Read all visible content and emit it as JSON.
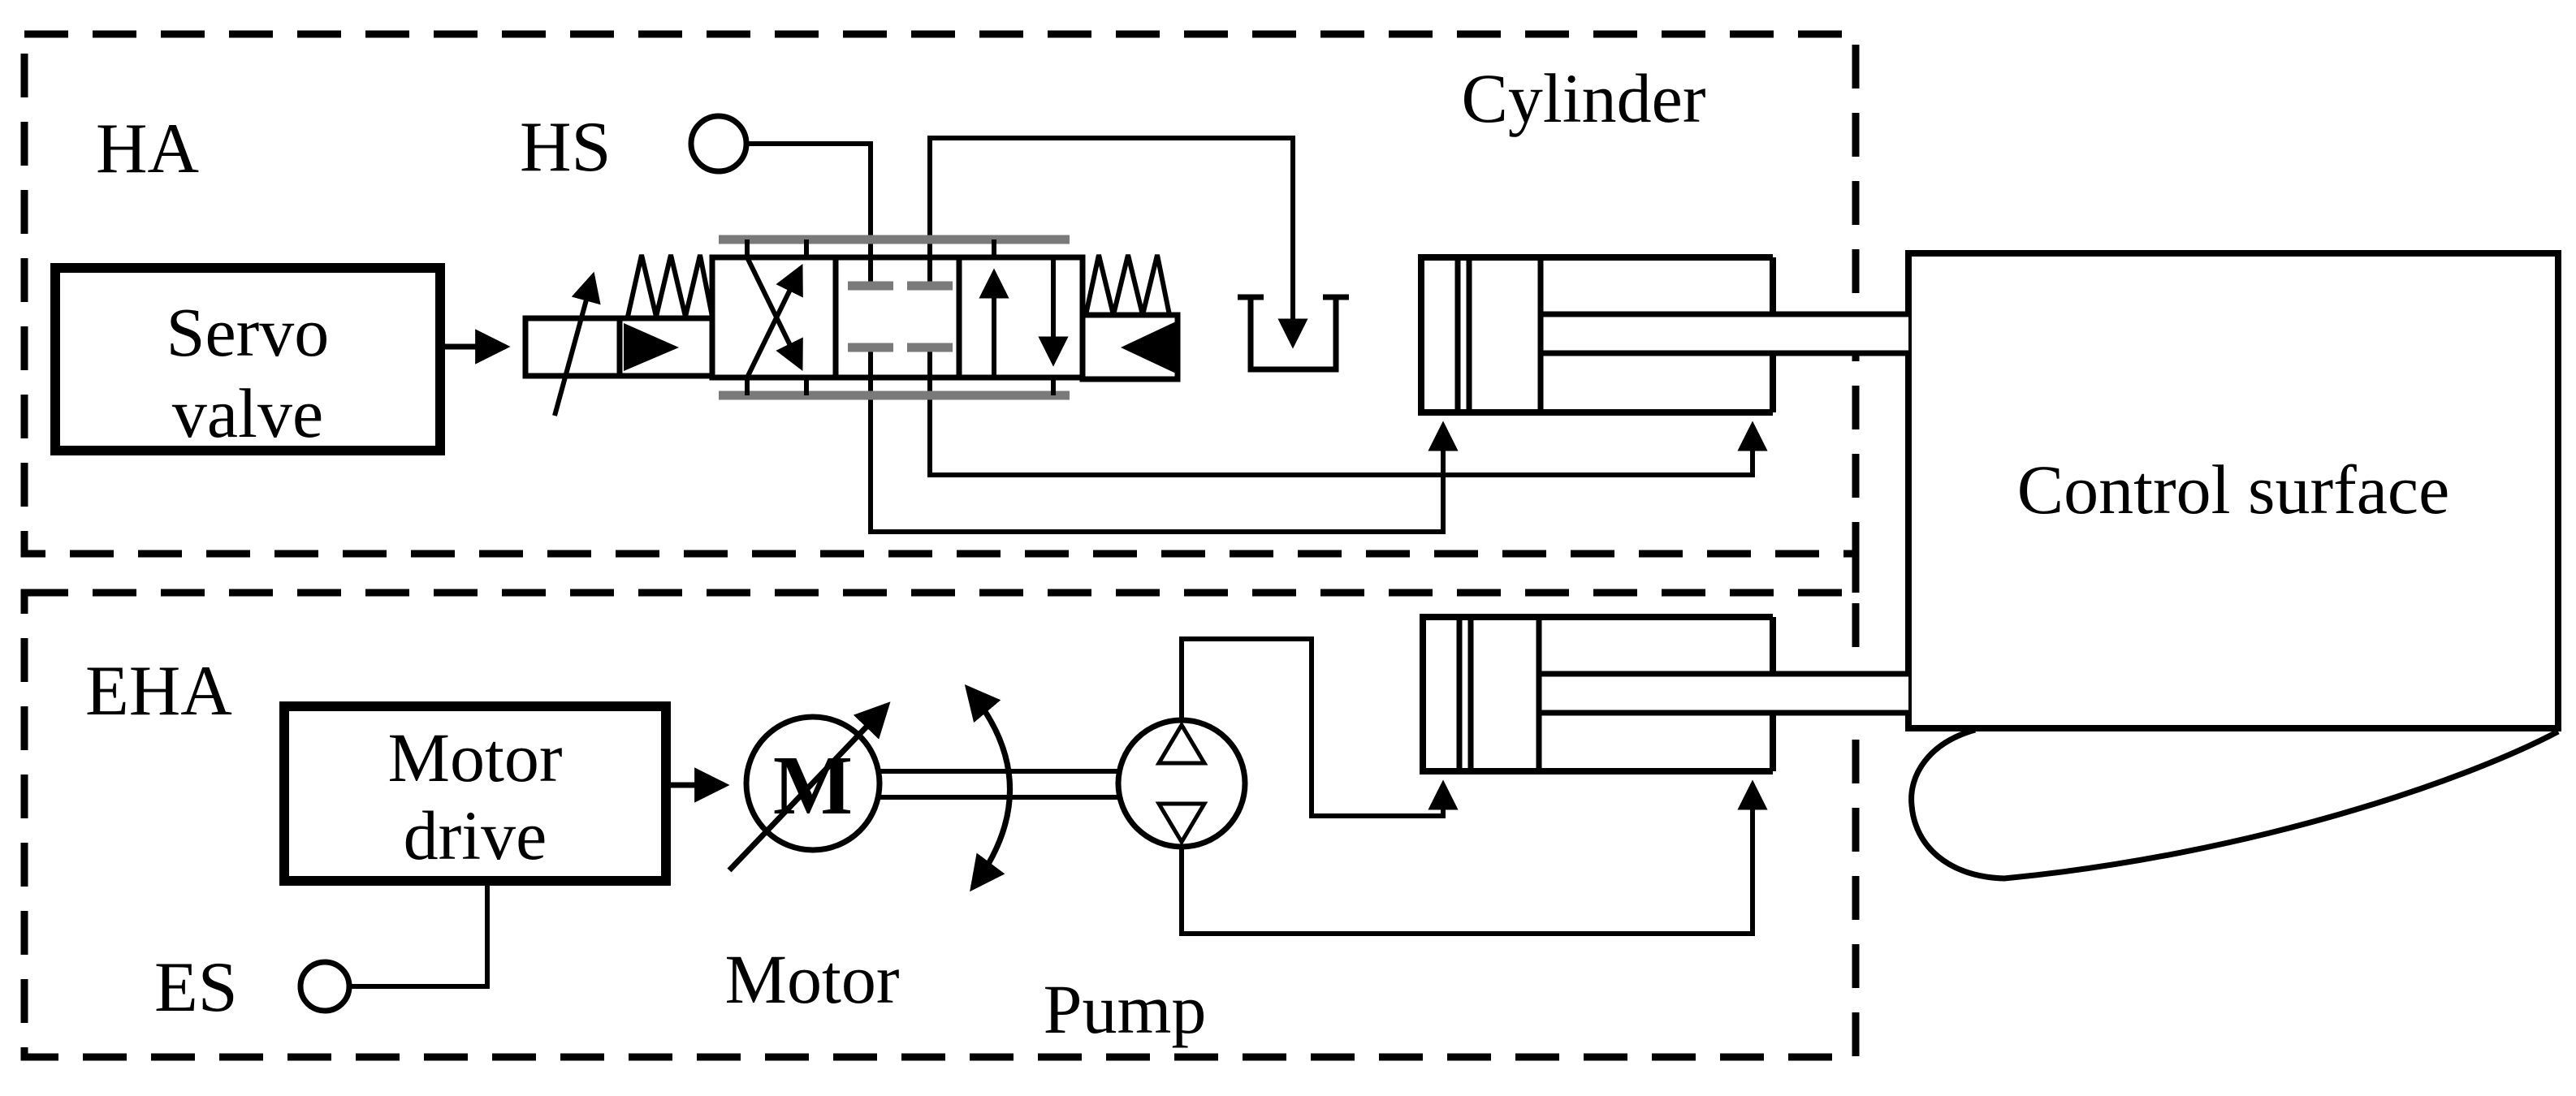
{
  "figure": {
    "type": "hydraulic-actuation-schematic",
    "systems": [
      "HA",
      "EHA"
    ]
  },
  "labels": {
    "ha": "HA",
    "eha": "EHA",
    "hs": "HS",
    "es": "ES",
    "cylinder": "Cylinder",
    "motor": "Motor",
    "pump": "Pump",
    "control_surface": "Control surface",
    "motor_symbol": "M"
  },
  "servo_valve": {
    "line1": "Servo",
    "line2": "valve"
  },
  "motor_drive": {
    "line1": "Motor",
    "line2": "drive"
  },
  "colors": {
    "line": "#000000",
    "muted_gray": "#7a7a7a",
    "background": "#ffffff"
  }
}
